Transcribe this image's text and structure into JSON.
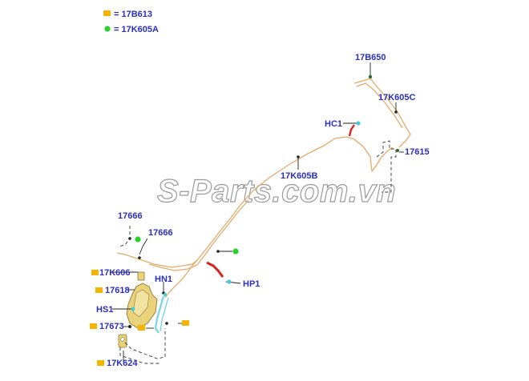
{
  "legend": {
    "items": [
      {
        "symbol": "orange-rect",
        "text": "= 17B613"
      },
      {
        "symbol": "green-dot",
        "text": "= 17K605A"
      }
    ]
  },
  "watermark": "S-Parts.com.vn",
  "labels": {
    "l17B650": "17B650",
    "l17K605C": "17K605C",
    "lHC1": "HC1",
    "l17615": "17615",
    "l17K605B": "17K605B",
    "l17666a": "17666",
    "l17666b": "17666",
    "l17K606": "17K606",
    "lHN1": "HN1",
    "l17618": "17618",
    "lHP1": "HP1",
    "lHS1": "HS1",
    "l17673": "17673",
    "l17K624": "17K624"
  },
  "colors": {
    "label_text": "#2a2fbf",
    "hose": "#e2ab6c",
    "orange_marker": "#f5b400",
    "green_marker": "#2bd12b",
    "red_section": "#d9201f",
    "cyan_section": "#7fd6e6",
    "reservoir": "#e9d27a"
  }
}
